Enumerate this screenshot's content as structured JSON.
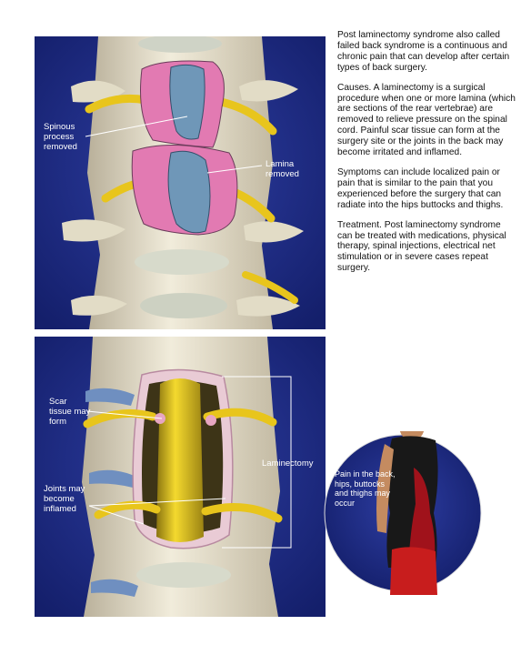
{
  "top_panel": {
    "label_spinous": "Spinous process removed",
    "label_lamina": "Lamina removed"
  },
  "bottom_panel": {
    "label_scar": "Scar tissue may form",
    "label_joints": "Joints may become inflamed",
    "label_laminectomy": "Laminectomy"
  },
  "text": {
    "intro": "Post laminectomy syndrome also called failed back syndrome is a continuous and chronic pain that can develop after certain types of back surgery.",
    "causes": "Causes. A laminectomy is a surgical procedure when one or more lamina (which are sections of the rear vertebrae) are removed to relieve pressure on the spinal cord. Painful scar tissue can form at the surgery site or the joints in the back may become irritated and inflamed.",
    "symptoms": "Symptoms can include localized pain or pain that is similar to the pain that you experienced before the surgery that can  radiate into the hips buttocks and thighs.",
    "treatment": "Treatment. Post laminectomy syndrome can be treated with medications, physical therapy, spinal injections, electrical net stimulation or in severe cases repeat surgery."
  },
  "circle": {
    "label": "Pain in the back, hips, buttocks and thighs may occur"
  },
  "colors": {
    "panel_bg": "#1c2a86",
    "bone": "#e9e3cf",
    "nerve": "#e8c51c",
    "pink": "#e27ab2",
    "blue_removed": "#6f97b8",
    "pain_red": "#a0121b"
  }
}
